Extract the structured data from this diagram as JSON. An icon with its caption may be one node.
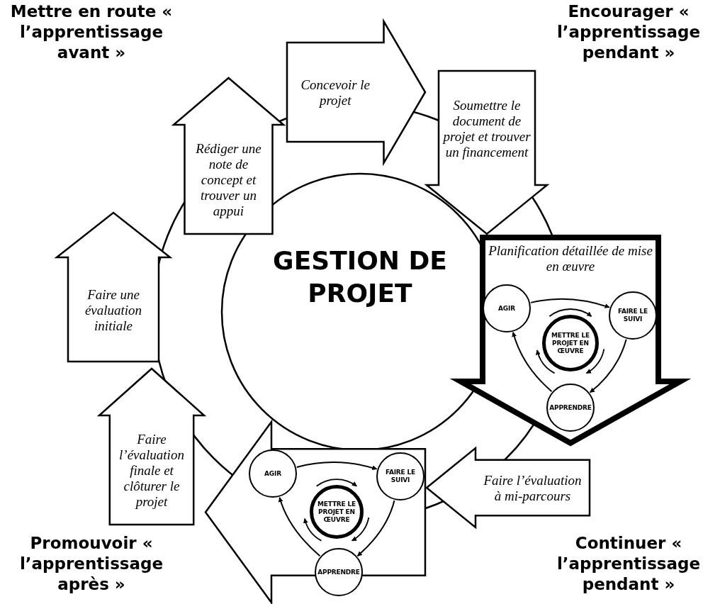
{
  "diagram": {
    "nodes": [
      {
        "text": [
          "Faire une évaluation initiale"
        ]
      },
      {
        "text": [
          "Rédiger une note de concept et trouver un appui"
        ]
      },
      {
        "text": [
          "Concevoir le projet"
        ]
      },
      {
        "text": [
          "Soumettre le document de projet et trouver un financement"
        ]
      },
      {
        "text": [
          "Planification détaillée de mise en œuvre"
        ]
      },
      {
        "text": [
          "Faire l’évaluation à mi-parcours"
        ]
      },
      {
        "text": [],
        "shape": "arrow"
      },
      {
        "text": [
          "Faire l’évaluation finale et clôturer le projet"
        ]
      },
      {
        "text": [
          "GESTION DE PROJET"
        ]
      },
      {
        "text": [
          "AGIR"
        ],
        "in": 4
      },
      {
        "text": [
          "FAIRE LE SUIVI"
        ],
        "in": 4
      },
      {
        "text": [
          "METTRE LE PROJET EN ŒUVRE"
        ],
        "in": 4
      },
      {
        "text": [
          "APPRENDRE"
        ],
        "in": 4
      },
      {
        "text": [
          "AGIR"
        ],
        "in": 6
      },
      {
        "text": [
          "FAIRE LE SUIVI"
        ],
        "in": 6
      },
      {
        "text": [
          "METTRE LE PROJET EN ŒUVRE"
        ],
        "in": 6
      },
      {
        "text": [
          "APPRENDRE"
        ],
        "in": 6
      }
    ],
    "edges": [
      {
        "from": 9,
        "to": 10,
        "arrow": "to"
      },
      {
        "from": 10,
        "to": 12,
        "arrow": "to"
      },
      {
        "from": 12,
        "to": 9,
        "arrow": "to"
      },
      {
        "from": 13,
        "to": 14,
        "arrow": "to"
      },
      {
        "from": 14,
        "to": 16,
        "arrow": "to"
      },
      {
        "from": 16,
        "to": 13,
        "arrow": "to"
      }
    ],
    "labels": [
      "Mettre en route « l’apprentissage avant »",
      "Encourager « l’apprentissage pendant »",
      "Promouvoir « l’apprentissage après »",
      "Continuer « l’apprentissage pendant »"
    ]
  }
}
